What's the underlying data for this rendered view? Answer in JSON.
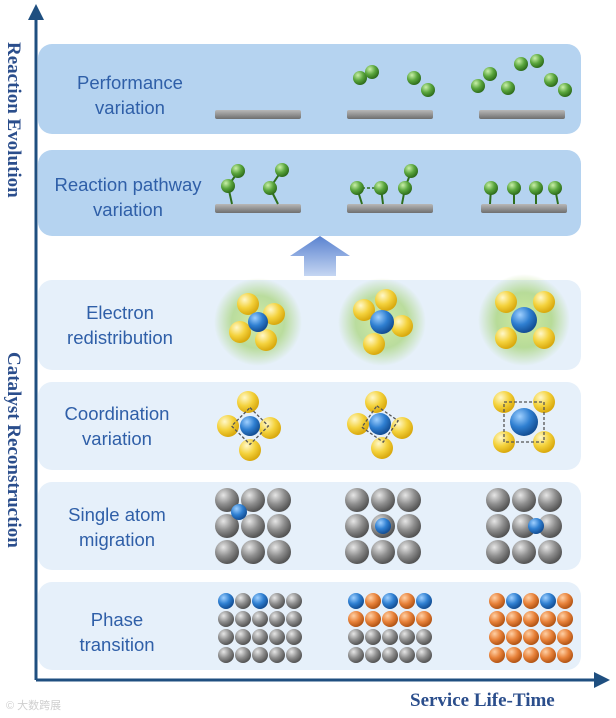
{
  "axes": {
    "y_upper": "Reaction Evolution",
    "y_lower": "Catalyst Reconstruction",
    "x": "Service Life-Time"
  },
  "rows": {
    "performance": "Performance\nvariation",
    "pathway": "Reaction pathway\nvariation",
    "electron": "Electron\nredistribution",
    "coordination": "Coordination\nvariation",
    "single_atom": "Single atom\nmigration",
    "phase": "Phase\ntransition"
  },
  "watermark": "© 大数跨展",
  "colors": {
    "axis": "#1f4f80",
    "panel_dark": "#b5d3f0",
    "panel_light": "#e6f0fa",
    "label_text": "#2f5fa8",
    "metal_blue": "#2f7fd1",
    "ligand_yellow": "#f4d23c",
    "gray_atom": "#8e8e8e",
    "orange_atom": "#e8823a",
    "green_molecule": "#5aa63d",
    "substrate": "#8c8c8c",
    "arrow_up": "#6e93d8"
  }
}
